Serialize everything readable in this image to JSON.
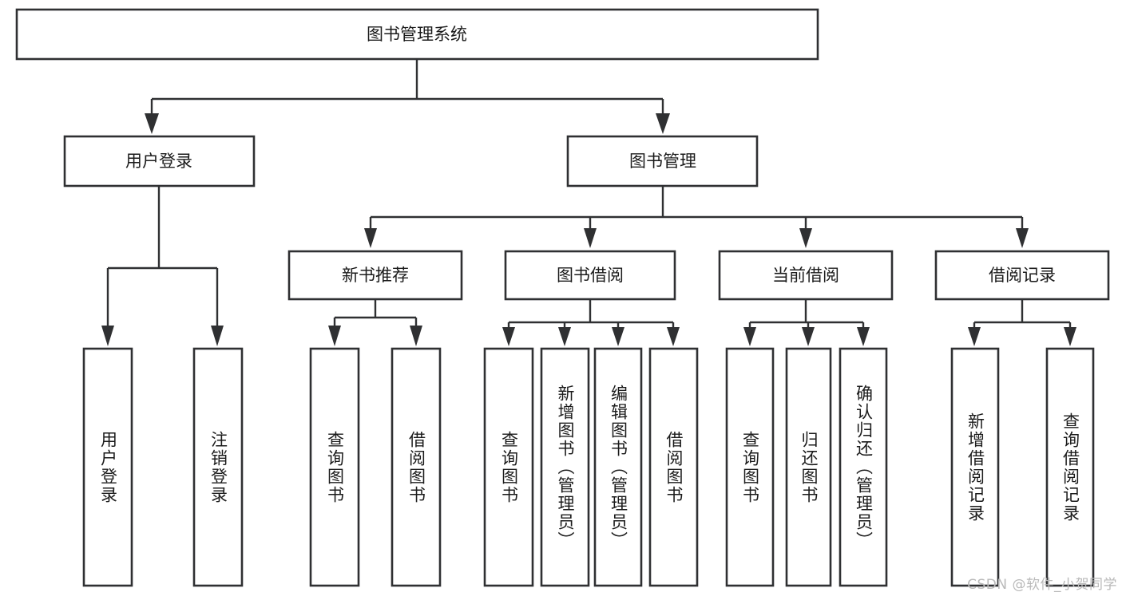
{
  "diagram": {
    "title": "图书管理系统",
    "type": "hierarchy-tree",
    "watermark": "CSDN @软件_小贺同学",
    "colors": {
      "stroke": "#2f3032",
      "fill": "#ffffff",
      "text": "#1b1b1b",
      "watermark": "#b9b9b9",
      "background": "#ffffff"
    },
    "root": {
      "id": "root",
      "label": "图书管理系统",
      "level": 0
    },
    "level1": [
      {
        "id": "user-login",
        "label": "用户登录",
        "level": 1
      },
      {
        "id": "book-manage",
        "label": "图书管理",
        "level": 1
      }
    ],
    "level2": [
      {
        "id": "new-book-rec",
        "label": "新书推荐",
        "level": 2,
        "parent": "book-manage"
      },
      {
        "id": "book-borrow",
        "label": "图书借阅",
        "level": 2,
        "parent": "book-manage"
      },
      {
        "id": "current-borrow",
        "label": "当前借阅",
        "level": 2,
        "parent": "book-manage"
      },
      {
        "id": "borrow-record",
        "label": "借阅记录",
        "level": 2,
        "parent": "book-manage"
      }
    ],
    "leaves": [
      {
        "id": "leaf-user-login",
        "label": "用户登录",
        "parent": "user-login"
      },
      {
        "id": "leaf-logout-login",
        "label": "注销登录",
        "parent": "user-login"
      },
      {
        "id": "leaf-query-book-1",
        "label": "查询图书",
        "parent": "new-book-rec"
      },
      {
        "id": "leaf-borrow-book-1",
        "label": "借阅图书",
        "parent": "new-book-rec"
      },
      {
        "id": "leaf-query-book-2",
        "label": "查询图书",
        "parent": "book-borrow"
      },
      {
        "id": "leaf-add-book",
        "label": "新增图书（管理员）",
        "parent": "book-borrow"
      },
      {
        "id": "leaf-edit-book",
        "label": "编辑图书（管理员）",
        "parent": "book-borrow"
      },
      {
        "id": "leaf-borrow-book-2",
        "label": "借阅图书",
        "parent": "book-borrow"
      },
      {
        "id": "leaf-query-book-3",
        "label": "查询图书",
        "parent": "current-borrow"
      },
      {
        "id": "leaf-return-book",
        "label": "归还图书",
        "parent": "current-borrow"
      },
      {
        "id": "leaf-confirm-return",
        "label": "确认归还（管理员）",
        "parent": "current-borrow"
      },
      {
        "id": "leaf-add-record",
        "label": "新增借阅记录",
        "parent": "borrow-record"
      },
      {
        "id": "leaf-query-record",
        "label": "查询借阅记录",
        "parent": "borrow-record"
      }
    ]
  }
}
